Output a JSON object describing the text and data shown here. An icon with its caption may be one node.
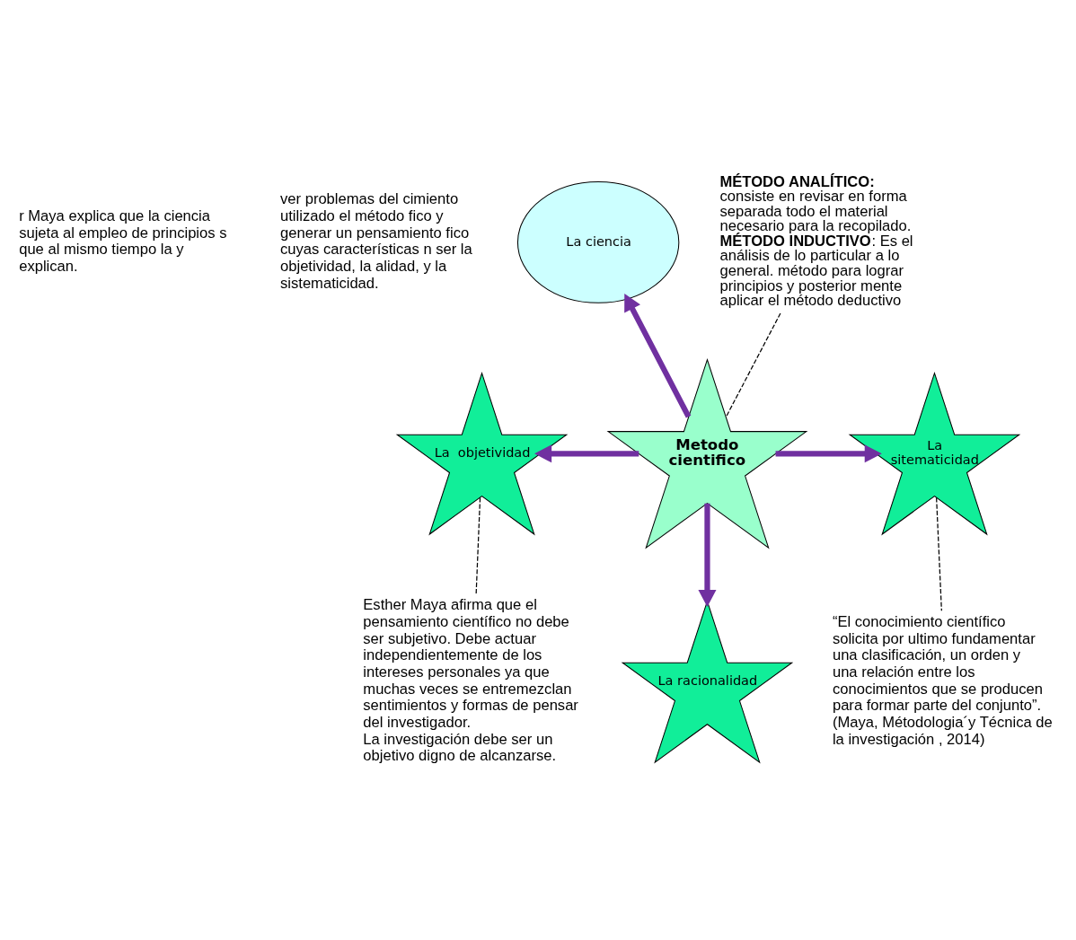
{
  "diagram": {
    "nodes": [
      {
        "text": [
          "Metodo cientifico"
        ]
      },
      {
        "text": [
          "La ciencia"
        ]
      },
      {
        "text": [
          "La  objetividad"
        ]
      },
      {
        "text": [
          "La sitematicidad"
        ]
      },
      {
        "text": [
          "La racionalidad"
        ]
      },
      {
        "text": [
          "**MÉTODO ANALÍTICO:**",
          "consiste en revisar en forma separada todo el material necesario para la recopilado.",
          "**MÉTODO INDUCTIVO**: Es el análisis de lo particular a lo general. método para lograr principios y posterior mente aplicar el método deductivo"
        ]
      },
      {
        "text": [
          "Esther Maya afirma que el pensamiento científico no debe ser subjetivo. Debe actuar independientemente de los intereses personales ya que muchas veces se entremezclan sentimientos y formas de pensar del investigador.",
          "La investigación debe ser un objetivo digno de alcanzarse."
        ]
      },
      {
        "text": [
          "“El conocimiento científico solicita por ultimo fundamentar una clasificación, un orden y una relación entre los conocimientos que se producen para formar parte del conjunto”. (Maya, Métodologia´y Técnica de la investigación , 2014)"
        ]
      }
    ],
    "edges": [
      {
        "from": 0,
        "to": 1,
        "arrow": "to"
      },
      {
        "from": 0,
        "to": 2,
        "arrow": "to"
      },
      {
        "from": 0,
        "to": 3,
        "arrow": "to"
      },
      {
        "from": 0,
        "to": 4,
        "arrow": "to"
      },
      {
        "from": 5,
        "to": 0,
        "arrow": "none",
        "style": "dashed",
        "color": "#000000"
      },
      {
        "from": 6,
        "to": 2,
        "arrow": "none",
        "style": "dashed",
        "color": "#000000"
      },
      {
        "from": 7,
        "to": 3,
        "arrow": "none",
        "style": "dashed",
        "color": "#000000"
      }
    ],
    "labels": [
      "r Maya explica que la ciencia sujeta al empleo de principios s que al mismo tiempo la y explican.",
      "ver problemas del cimiento utilizado el método fico y generar un pensamiento fico cuyas características n ser la objetividad, la alidad, y la sistematicidad."
    ]
  }
}
